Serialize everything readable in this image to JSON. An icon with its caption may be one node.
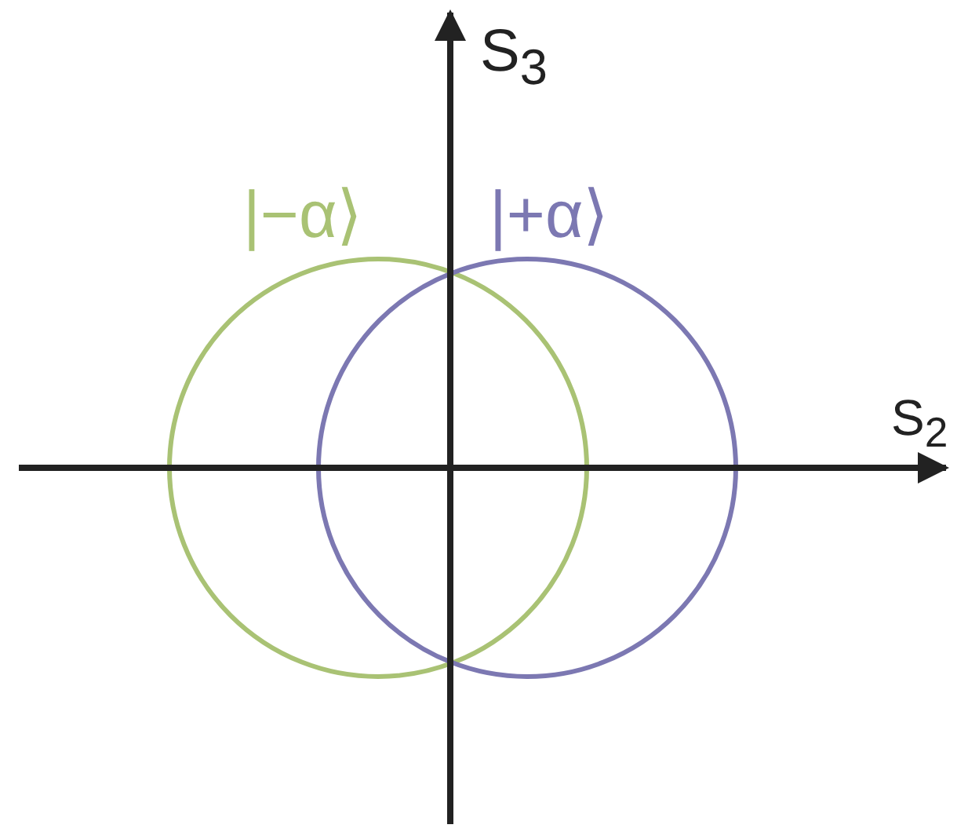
{
  "diagram": {
    "nodes": [
      {
        "text": [],
        "shape": "circle"
      },
      {
        "text": [],
        "shape": "circle"
      }
    ],
    "labels": [
      "S$_{3}$",
      "|−α⟩",
      "|+α⟩",
      "S$_{2}$"
    ]
  }
}
